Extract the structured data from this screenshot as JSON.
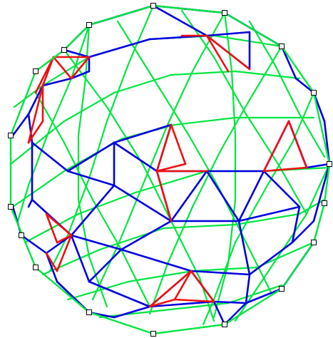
{
  "figure": {
    "subject": "geodesic-sphere-wireframe",
    "colors": {
      "background": "#ffffff",
      "green_struts": "#00e640",
      "blue_struts": "#0000e0",
      "red_struts": "#ee1111",
      "outline": "#000000",
      "node_marker": "#000000"
    },
    "edge_groups": [
      "green",
      "blue",
      "red"
    ],
    "silhouette_marker_count": 18
  }
}
